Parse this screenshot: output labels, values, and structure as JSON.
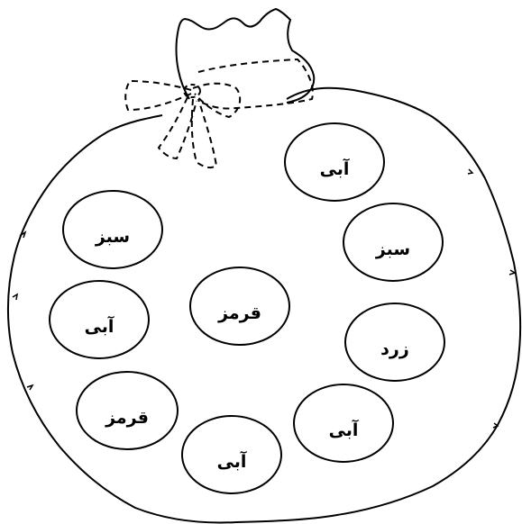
{
  "circles": [
    {
      "id": "top-right",
      "label": "آبی"
    },
    {
      "id": "right-upper",
      "label": "سبز"
    },
    {
      "id": "right-middle",
      "label": "زرد"
    },
    {
      "id": "bottom-right",
      "label": "آبی"
    },
    {
      "id": "bottom-center",
      "label": "آبی"
    },
    {
      "id": "left-bottom",
      "label": "قرمز"
    },
    {
      "id": "left-middle",
      "label": "آبی"
    },
    {
      "id": "left-upper",
      "label": "سبز"
    },
    {
      "id": "center",
      "label": "قرمز"
    }
  ],
  "colors": {
    "outline": "#000000",
    "background": "#ffffff"
  }
}
